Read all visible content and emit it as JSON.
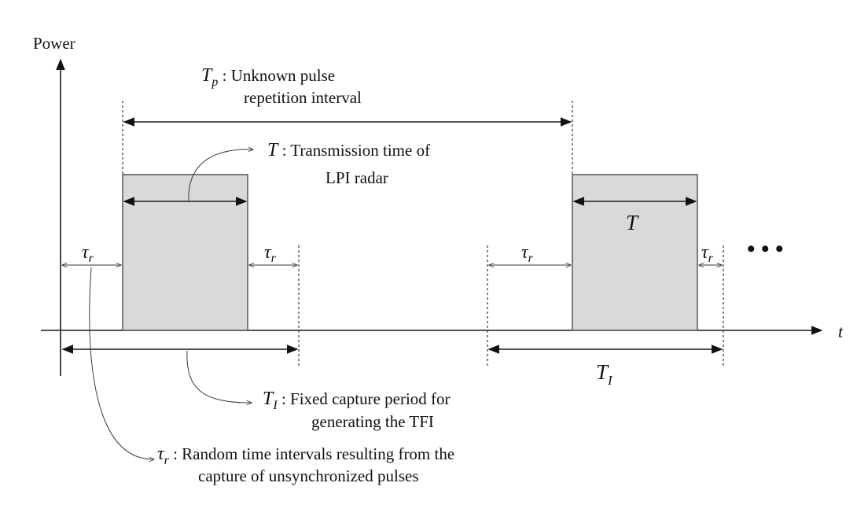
{
  "axes": {
    "y_label": "Power",
    "x_label": "t"
  },
  "annotations": {
    "tp": {
      "symbol": "T",
      "sub": "p",
      "line1": " : Unknown pulse",
      "line2": "repetition interval"
    },
    "t": {
      "symbol": "T",
      "line1": " : Transmission time of",
      "line2": "LPI radar"
    },
    "ti": {
      "symbol": "T",
      "sub": "I",
      "line1": "  : Fixed capture period for",
      "line2": "generating the TFI"
    },
    "tau": {
      "symbol": "τ",
      "sub": "r",
      "line1": " : Random time intervals resulting from the",
      "line2": "capture of unsynchronized pulses"
    }
  },
  "inline_labels": {
    "tau": "τ",
    "tau_sub": "r",
    "T": "T",
    "TI": "T",
    "TI_sub": "I",
    "ellipsis": "• • •"
  },
  "colors": {
    "pulse_fill": "#d9d9d9",
    "line": "#1a1a1a"
  }
}
